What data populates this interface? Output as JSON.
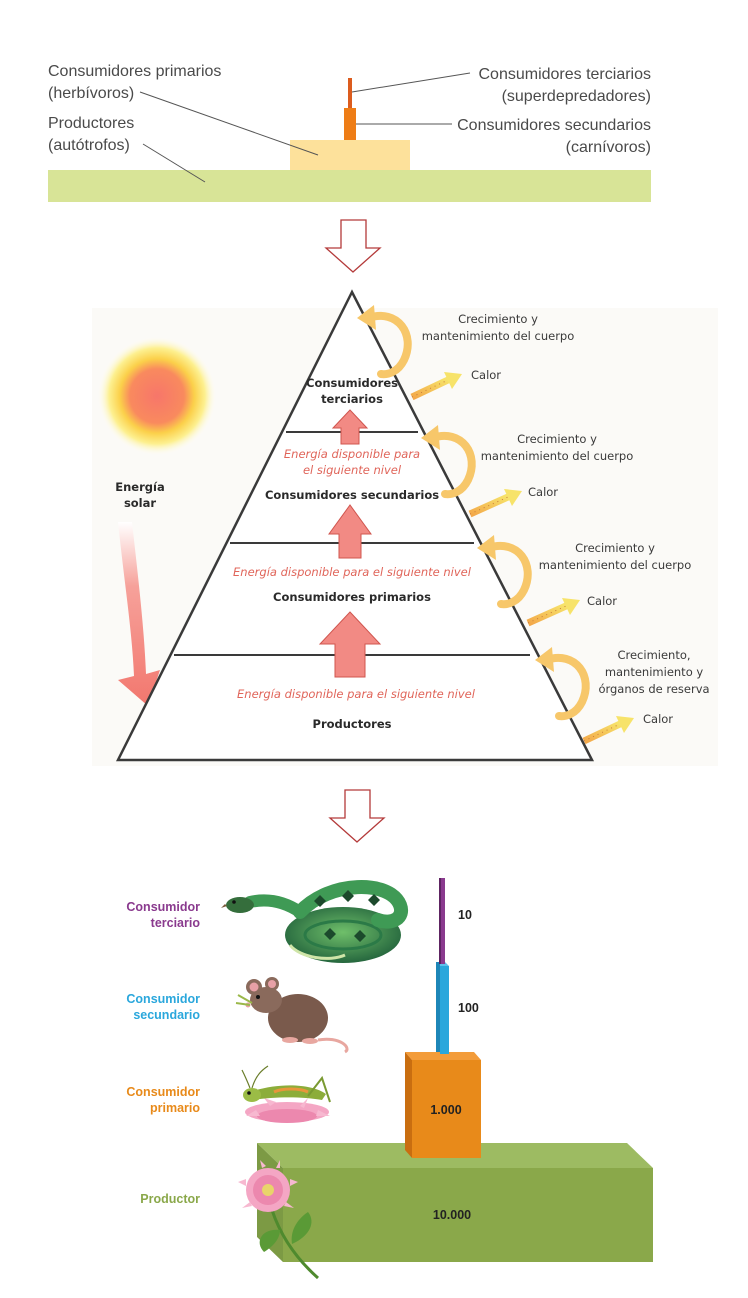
{
  "section1": {
    "left_labels": [
      {
        "line1": "Consumidores primarios",
        "line2": "(herbívoros)"
      },
      {
        "line1": "Productores",
        "line2": "(autótrofos)"
      }
    ],
    "right_labels": [
      {
        "line1": "Consumidores terciarios",
        "line2": "(superdepredadores)"
      },
      {
        "line1": "Consumidores secundarios",
        "line2": "(carnívoros)"
      }
    ]
  },
  "section2": {
    "sun_label": {
      "line1": "Energía",
      "line2": "solar"
    },
    "levels": [
      {
        "name_line1": "Consumidores",
        "name_line2": "terciarios"
      },
      {
        "energy_line1": "Energía disponible para",
        "energy_line2": "el siguiente nivel",
        "name": "Consumidores secundarios"
      },
      {
        "energy": "Energía disponible para el siguiente nivel",
        "name": "Consumidores primarios"
      },
      {
        "energy": "Energía disponible para el siguiente nivel",
        "name": "Productores"
      }
    ],
    "side_notes": [
      {
        "line1": "Crecimiento y",
        "line2": "mantenimiento del cuerpo",
        "heat": "Calor"
      },
      {
        "line1": "Crecimiento y",
        "line2": "mantenimiento del cuerpo",
        "heat": "Calor"
      },
      {
        "line1": "Crecimiento y",
        "line2": "mantenimiento del cuerpo",
        "heat": "Calor"
      },
      {
        "line1": "Crecimiento,",
        "line2": "mantenimiento y",
        "line3": "órganos de reserva",
        "heat": "Calor"
      }
    ]
  },
  "section3": {
    "levels": [
      {
        "label_line1": "Consumidor",
        "label_line2": "terciario",
        "value": "10",
        "color": "#8a3a8e"
      },
      {
        "label_line1": "Consumidor",
        "label_line2": "secundario",
        "value": "100",
        "color": "#2aa7dc"
      },
      {
        "label_line1": "Consumidor",
        "label_line2": "primario",
        "value": "1.000",
        "color": "#e88a1a"
      },
      {
        "label_line1": "Productor",
        "value": "10.000",
        "color": "#8aa84a"
      }
    ]
  }
}
